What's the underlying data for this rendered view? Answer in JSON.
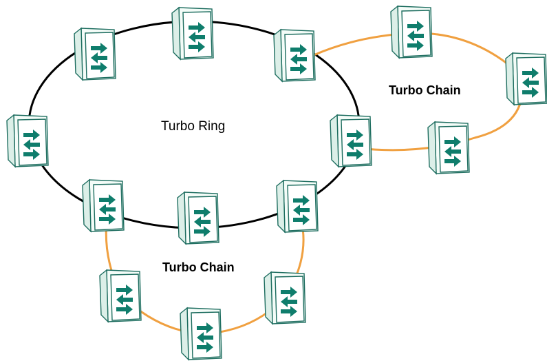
{
  "ring": {
    "label": "Turbo Ring",
    "color": "#000000",
    "switches": [
      "ring-sw-1",
      "ring-sw-2",
      "ring-sw-3",
      "ring-sw-4",
      "ring-sw-5",
      "ring-sw-6",
      "ring-sw-7",
      "ring-sw-8"
    ]
  },
  "chain_right": {
    "label": "Turbo Chain",
    "color": "#f0a040",
    "switches": [
      "chain-right-sw-1",
      "chain-right-sw-2",
      "chain-right-sw-3"
    ]
  },
  "chain_bottom": {
    "label": "Turbo Chain",
    "color": "#f0a040",
    "switches": [
      "chain-bottom-sw-1",
      "chain-bottom-sw-2",
      "chain-bottom-sw-3"
    ]
  },
  "colors": {
    "switch_arrow": "#0f7d6c",
    "switch_outline": "#1d6d5f",
    "switch_face": "#f4fcf8"
  },
  "icons": {
    "switch": "network-switch-icon"
  }
}
